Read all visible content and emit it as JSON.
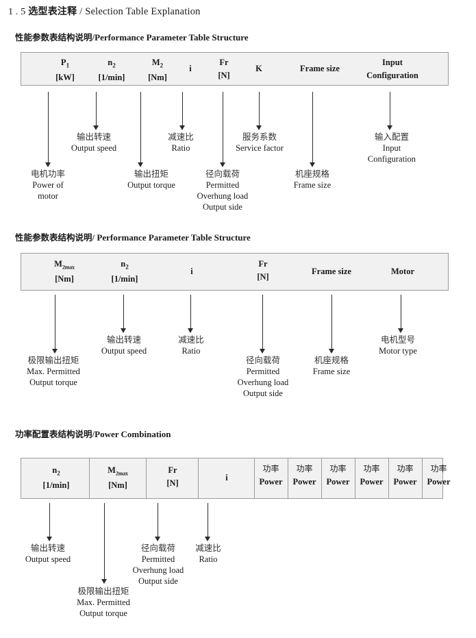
{
  "doc": {
    "section_number": "1 . 5",
    "title_cn": "选型表注释",
    "title_sep": "/",
    "title_en": "Selection Table Explanation"
  },
  "sections": [
    {
      "id": "performance-parameter-1",
      "heading_cn": "性能参数表结构说明",
      "heading_sep": "/",
      "heading_en": "Performance Parameter Table Structure",
      "table": {
        "dividers": false,
        "columns": [
          {
            "symbol": "P",
            "sub": "1",
            "unit": "[kW]"
          },
          {
            "symbol": "n",
            "sub": "2",
            "unit": "[1/min]"
          },
          {
            "symbol": "M",
            "sub": "2",
            "unit": "[Nm]"
          },
          {
            "symbol": "i",
            "sub": "",
            "unit": ""
          },
          {
            "symbol": "Fr",
            "sub": "",
            "unit": "[N]"
          },
          {
            "symbol": "K",
            "sub": "",
            "unit": ""
          },
          {
            "symbol": "Frame size",
            "sub": "",
            "unit": ""
          },
          {
            "symbol": "Input",
            "sub": "",
            "unit": "Configuration"
          }
        ]
      },
      "annotations": [
        {
          "cn": "电机功率",
          "en": [
            "Power of",
            "motor"
          ]
        },
        {
          "cn": "输出转速",
          "en": [
            "Output speed"
          ]
        },
        {
          "cn": "输出扭矩",
          "en": [
            "Output torque"
          ]
        },
        {
          "cn": "减速比",
          "en": [
            "Ratio"
          ]
        },
        {
          "cn": "径向载荷",
          "en": [
            "Permitted",
            "Overhung load",
            "Output side"
          ]
        },
        {
          "cn": "服务系数",
          "en": [
            "Service factor"
          ]
        },
        {
          "cn": "机座规格",
          "en": [
            "Frame size"
          ]
        },
        {
          "cn": "输入配置",
          "en": [
            "Input",
            "Configuration"
          ]
        }
      ]
    },
    {
      "id": "performance-parameter-2",
      "heading_cn": "性能参数表结构说明",
      "heading_sep": "/",
      "heading_en": "Performance Parameter Table Structure",
      "table": {
        "dividers": false,
        "columns": [
          {
            "symbol": "M",
            "sub": "2max",
            "unit": "[Nm]"
          },
          {
            "symbol": "n",
            "sub": "2",
            "unit": "[1/min]"
          },
          {
            "symbol": "i",
            "sub": "",
            "unit": ""
          },
          {
            "symbol": "Fr",
            "sub": "",
            "unit": "[N]"
          },
          {
            "symbol": "Frame size",
            "sub": "",
            "unit": ""
          },
          {
            "symbol": "Motor",
            "sub": "",
            "unit": ""
          }
        ]
      },
      "annotations": [
        {
          "cn": "极限输出扭矩",
          "en": [
            "Max. Permitted",
            "Output  torque"
          ]
        },
        {
          "cn": "输出转速",
          "en": [
            "Output speed"
          ]
        },
        {
          "cn": "减速比",
          "en": [
            "Ratio"
          ]
        },
        {
          "cn": "径向载荷",
          "en": [
            "Permitted",
            "Overhung load",
            "Output side"
          ]
        },
        {
          "cn": "机座规格",
          "en": [
            "Frame size"
          ]
        },
        {
          "cn": "电机型号",
          "en": [
            "Motor type"
          ]
        }
      ]
    },
    {
      "id": "power-combination",
      "heading_cn": "功率配置表结构说明",
      "heading_sep": "/",
      "heading_en": "Power Combination",
      "table": {
        "dividers": true,
        "columns": [
          {
            "symbol": "n",
            "sub": "2",
            "unit": "[1/min]"
          },
          {
            "symbol": "M",
            "sub": "2max",
            "unit": "[Nm]"
          },
          {
            "symbol": "Fr",
            "sub": "",
            "unit": "[N]"
          },
          {
            "symbol": "i",
            "sub": "",
            "unit": ""
          },
          {
            "symbol": "功率",
            "sub": "",
            "unit": "Power"
          },
          {
            "symbol": "功率",
            "sub": "",
            "unit": "Power"
          },
          {
            "symbol": "功率",
            "sub": "",
            "unit": "Power"
          },
          {
            "symbol": "功率",
            "sub": "",
            "unit": "Power"
          },
          {
            "symbol": "功率",
            "sub": "",
            "unit": "Power"
          },
          {
            "symbol": "功率",
            "sub": "",
            "unit": "Power"
          }
        ]
      },
      "annotations": [
        {
          "cn": "输出转速",
          "en": [
            "Output speed"
          ]
        },
        {
          "cn": "极限输出扭矩",
          "en": [
            "Max. Permitted",
            "Output  torque"
          ]
        },
        {
          "cn": "径向载荷",
          "en": [
            "Permitted",
            "Overhung load",
            "Output side"
          ]
        },
        {
          "cn": "减速比",
          "en": [
            "Ratio"
          ]
        }
      ]
    }
  ],
  "colors": {
    "table_fill": "#f1f1f1",
    "table_border": "#9a9a9a",
    "arrow": "#2b2b2b",
    "text": "#1a1a1a",
    "page": "#ffffff"
  }
}
